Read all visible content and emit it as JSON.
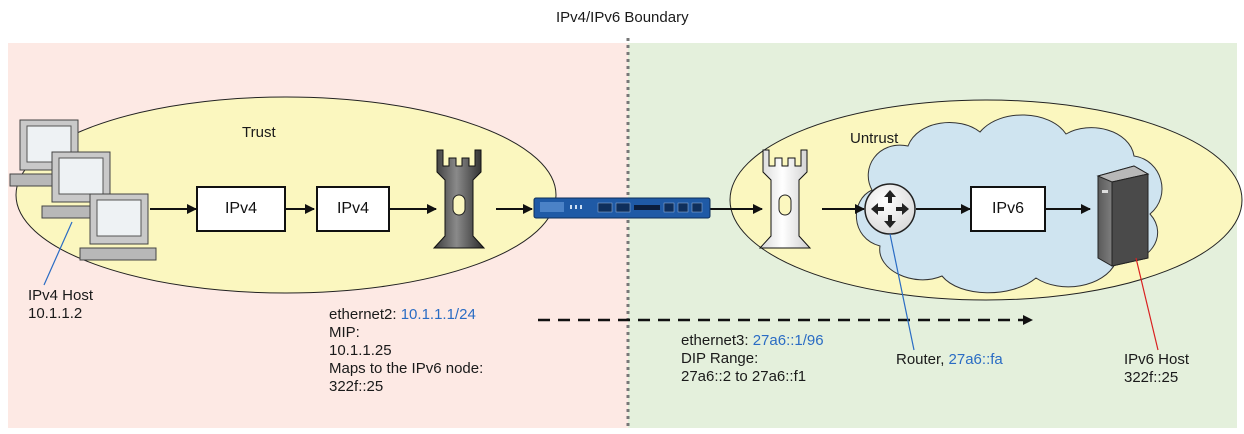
{
  "boundary_title": "IPv4/IPv6 Boundary",
  "zones": {
    "trust": {
      "label": "Trust",
      "color": "#fde9e4"
    },
    "untrust": {
      "label": "Untrust",
      "color": "#e4f0dc"
    }
  },
  "packets": {
    "trust_1": "IPv4",
    "trust_2": "IPv4",
    "untrust_1": "IPv6"
  },
  "ipv4_host": {
    "line1": "IPv4 Host",
    "line2": "10.1.1.2"
  },
  "ethernet2": {
    "prefix": "ethernet2: ",
    "address": "10.1.1.1/24",
    "mip_label": "MIP:",
    "mip_value": "10.1.1.25",
    "maps_label": "Maps to the IPv6 node:",
    "maps_value": "322f::25"
  },
  "ethernet3": {
    "prefix": "ethernet3: ",
    "address": "27a6::1/96",
    "dip_label": "DIP Range:",
    "dip_value": "27a6::2 to 27a6::f1"
  },
  "router": {
    "prefix": "Router, ",
    "address": "27a6::fa"
  },
  "ipv6_host": {
    "line1": "IPv6 Host",
    "line2": "322f::25"
  },
  "colors": {
    "accent_blue": "#2a6cc4",
    "ellipse_fill": "#fbf7bf",
    "cloud_fill": "#cfe4f0",
    "device_blue": "#1f5aa6",
    "host_line_red": "#d92020"
  },
  "icons": [
    "desktop-computer-icon",
    "tower-firewall-icon",
    "security-appliance-icon",
    "router-icon",
    "server-tower-icon",
    "cloud-icon"
  ]
}
